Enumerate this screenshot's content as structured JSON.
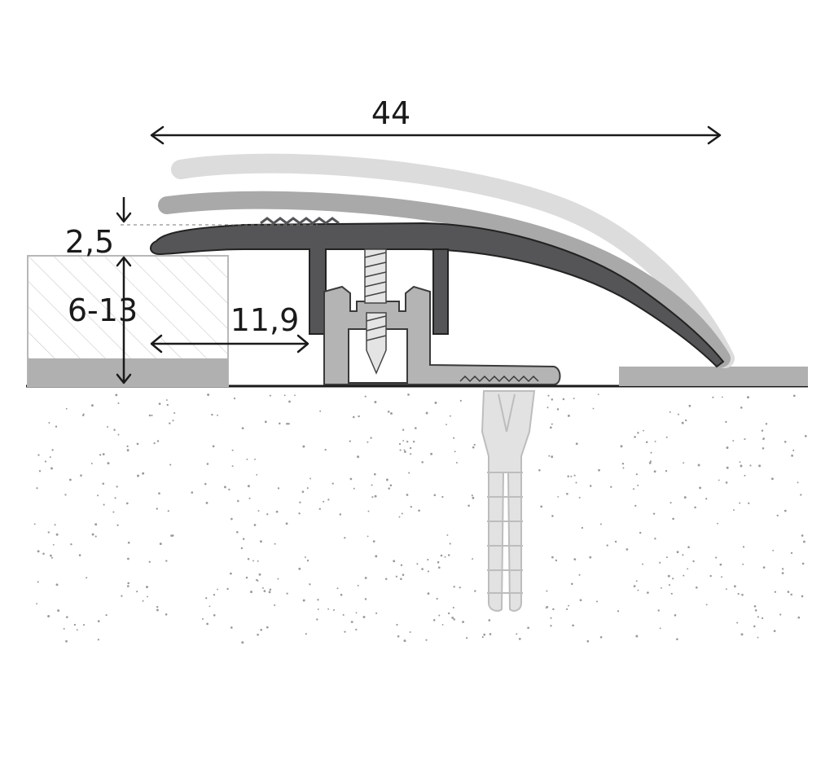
{
  "dimensions": {
    "width_total": "44",
    "offset_top": "2,5",
    "floor_height": "6-13",
    "clip_distance": "11,9"
  },
  "colors": {
    "profile_main": "#555557",
    "profile_mid": "#a6a6a6",
    "profile_light": "#d8d8d8",
    "base_track": "#b4b4b4",
    "floor_covering": "#b0b0b0",
    "screed_dots": "#9a9a9a",
    "dowel": "#e2e2e2",
    "line": "#1a1a1a"
  }
}
